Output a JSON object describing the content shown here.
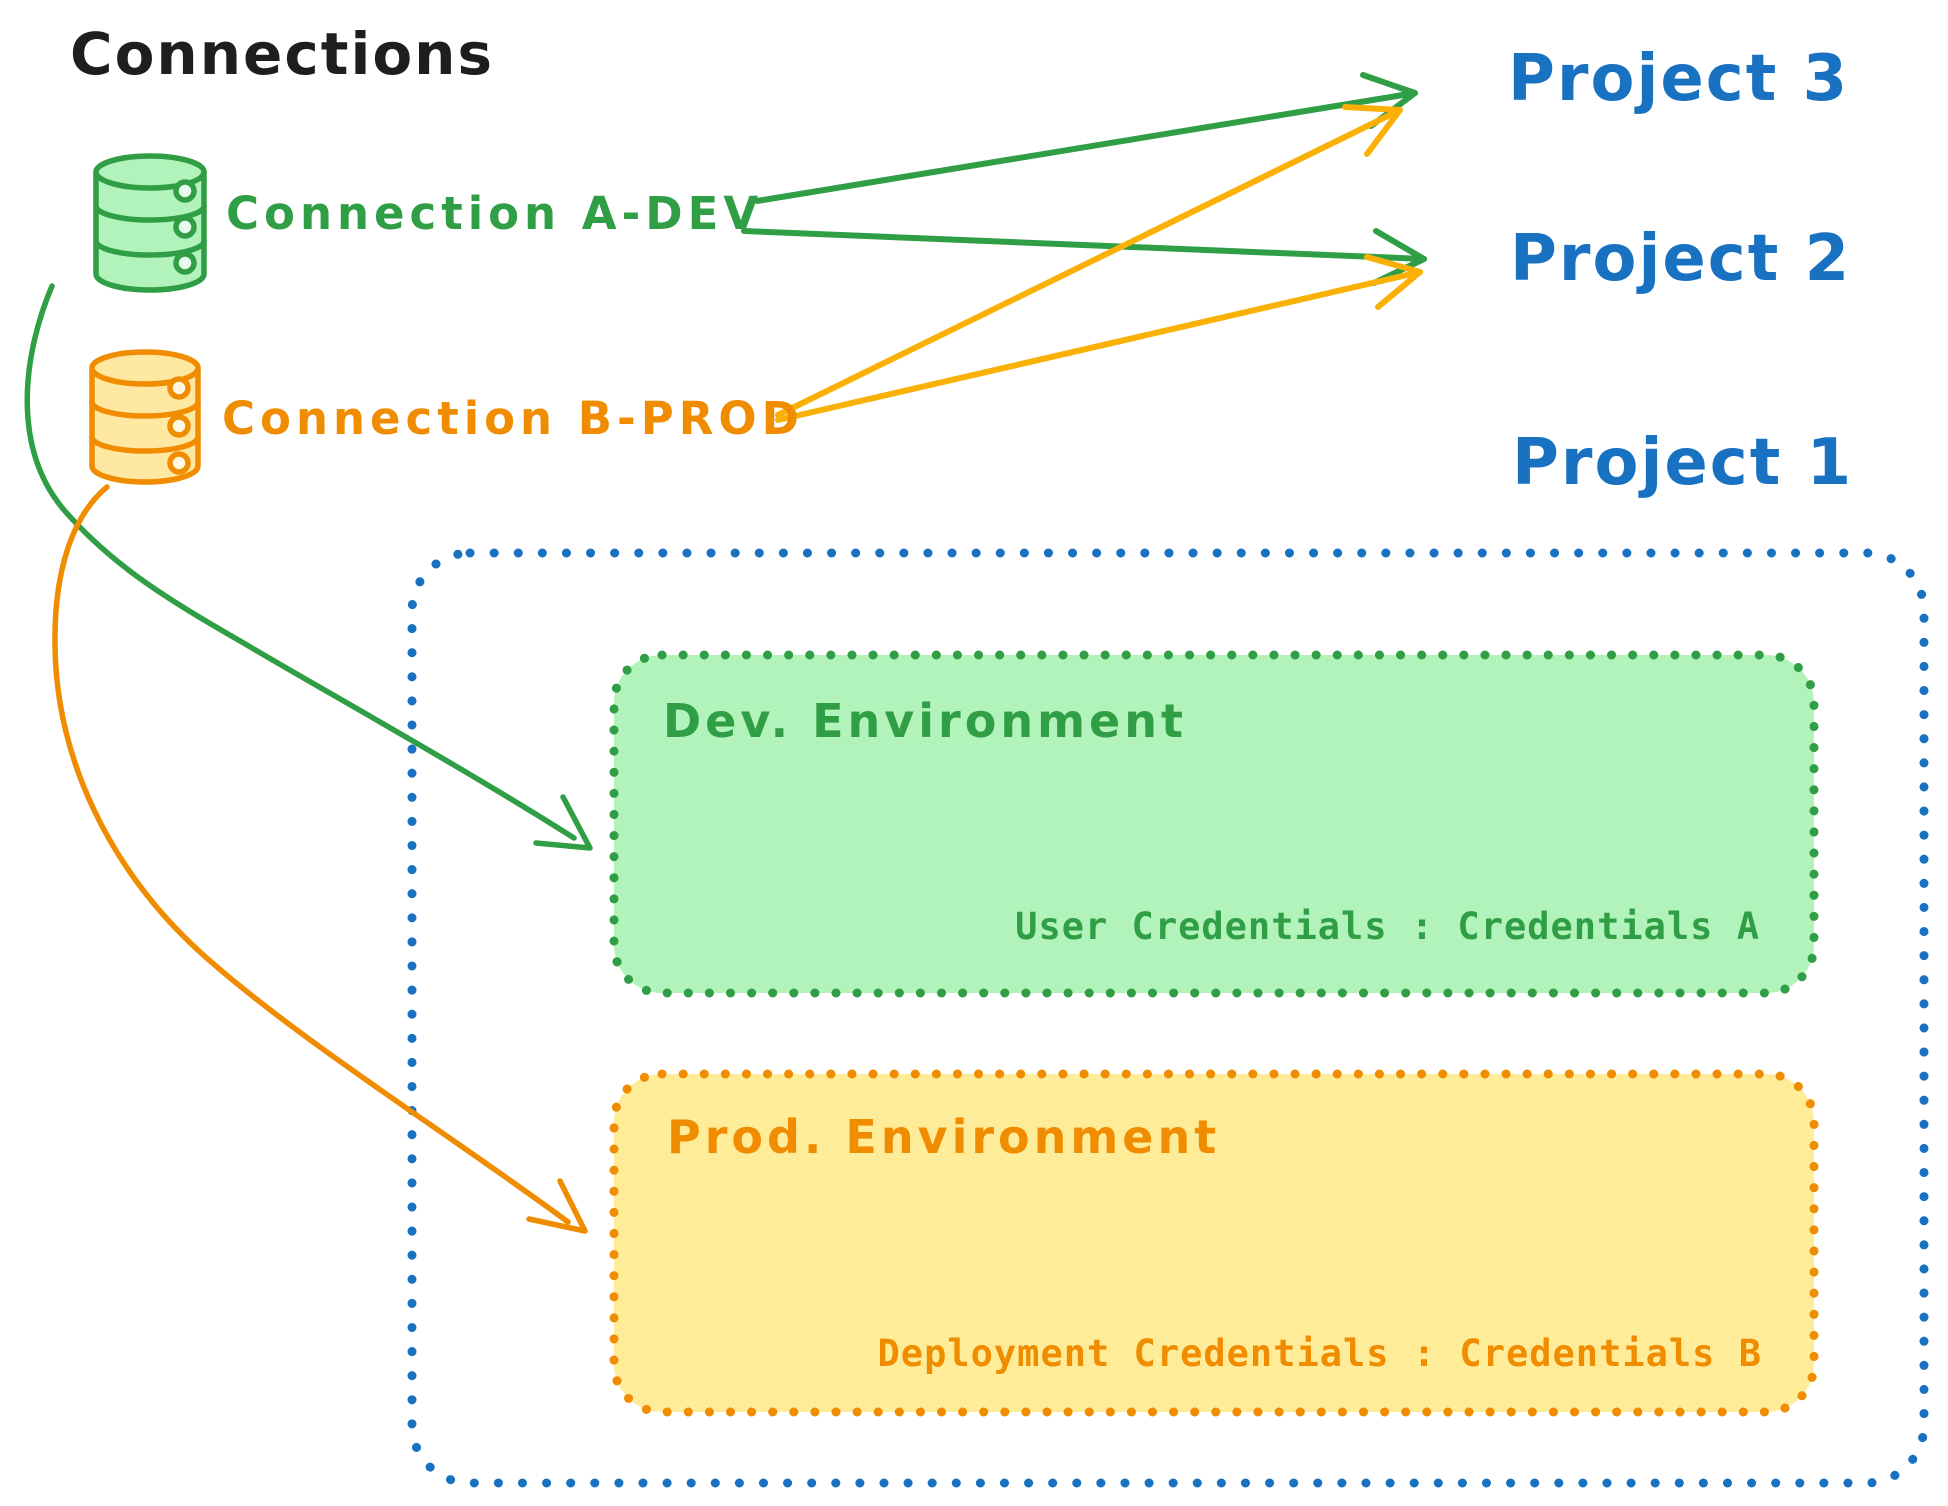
{
  "diagram": {
    "title": "Connections",
    "connections": [
      {
        "label": "Connection A-DEV",
        "type": "database-cylinder",
        "stroke": "#2f9e44",
        "fill": "#b2f2bb"
      },
      {
        "label": "Connection B-PROD",
        "type": "database-cylinder",
        "stroke": "#f08c00",
        "fill": "#ffe8a1"
      }
    ],
    "projects": [
      {
        "label": "Project 3"
      },
      {
        "label": "Project 2"
      },
      {
        "label": "Project 1"
      }
    ],
    "project1_environments": [
      {
        "title": "Dev. Environment",
        "credentials": "User Credentials : Credentials A",
        "stroke": "#2f9e44",
        "fill": "#b2f2bb"
      },
      {
        "title": "Prod. Environment",
        "credentials": "Deployment Credentials : Credentials B",
        "stroke": "#f08c00",
        "fill": "#ffec99"
      }
    ],
    "edges": [
      {
        "from": "Connection A-DEV",
        "to": "Project 3",
        "style": "straight-arrow",
        "color": "#2f9e44"
      },
      {
        "from": "Connection A-DEV",
        "to": "Project 2",
        "style": "straight-arrow",
        "color": "#2f9e44"
      },
      {
        "from": "Connection B-PROD",
        "to": "Project 3",
        "style": "straight-arrow",
        "color": "#fab005"
      },
      {
        "from": "Connection B-PROD",
        "to": "Project 2",
        "style": "straight-arrow",
        "color": "#fab005"
      },
      {
        "from": "Connection A-DEV",
        "to": "Dev. Environment",
        "style": "curved-arrow",
        "color": "#2f9e44"
      },
      {
        "from": "Connection B-PROD",
        "to": "Prod. Environment",
        "style": "curved-arrow",
        "color": "#f08c00"
      }
    ],
    "colors": {
      "title_ink": "#1e1e1e",
      "blue": "#1971c2",
      "green": "#2f9e44",
      "green_fill": "#b2f2bb",
      "orange": "#f08c00",
      "orange_arrow": "#fab005",
      "yellow_fill": "#ffec99"
    }
  }
}
